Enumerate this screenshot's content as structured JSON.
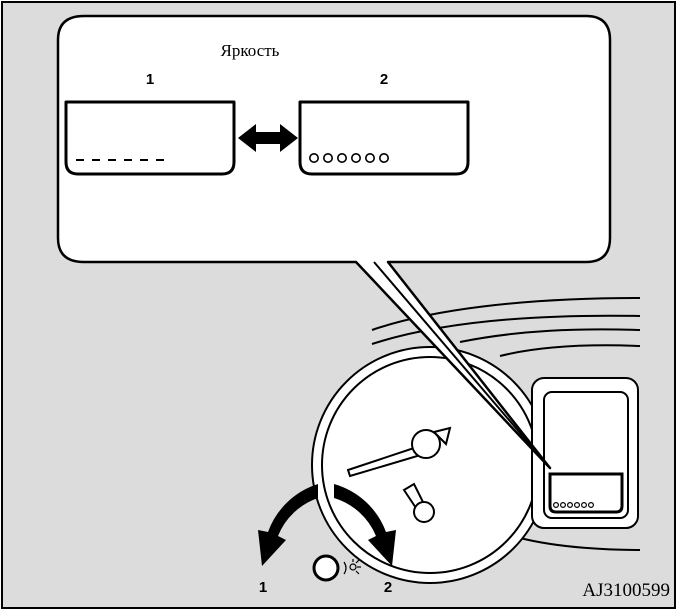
{
  "callout": {
    "title": "Яркость",
    "label_left": "1",
    "label_right": "2",
    "display_left_marks": "------",
    "display_right_marks": "oooooo"
  },
  "dial": {
    "label_left": "1",
    "label_right": "2",
    "knob_symbol": "illumination-brightness-icon"
  },
  "figure_code": "AJ3100599",
  "colors": {
    "background": "#dcdcdc",
    "panel": "#ffffff",
    "line": "#000000"
  }
}
